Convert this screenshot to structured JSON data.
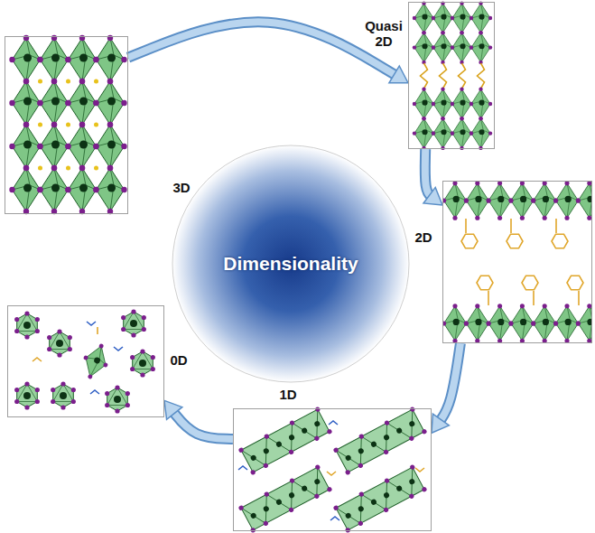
{
  "diagram": {
    "nodes": [
      {
        "text": [
          "Dimensionality"
        ]
      },
      {
        "text": [
          "3D"
        ]
      },
      {
        "text": [
          "Quasi 2D"
        ]
      },
      {
        "text": [
          "2D"
        ]
      },
      {
        "text": [
          "1D"
        ]
      },
      {
        "text": [
          "0D"
        ]
      }
    ],
    "edges": [
      {
        "from": 1,
        "to": 2,
        "arrow": "to"
      },
      {
        "from": 2,
        "to": 3,
        "arrow": "to"
      },
      {
        "from": 3,
        "to": 4,
        "arrow": "to"
      },
      {
        "from": 4,
        "to": 5,
        "arrow": "to"
      }
    ]
  }
}
